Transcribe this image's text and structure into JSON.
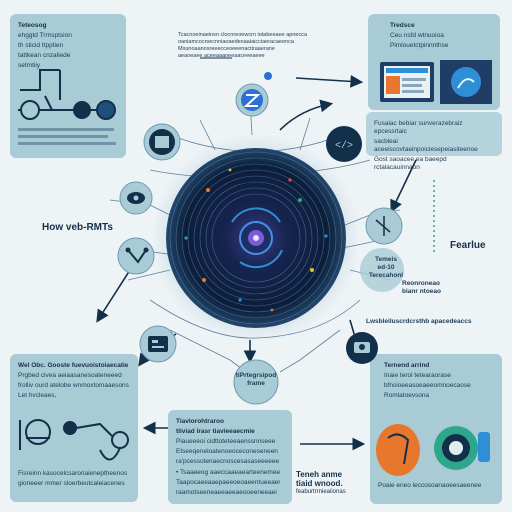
{
  "panels": {
    "top_left": {
      "lines": [
        "Teteosog",
        "ehggtd Trrnsptsion",
        "th sticid ttpptien",
        "tattkean cnzaliede",
        "setmtiiy"
      ]
    },
    "top_right": {
      "lines": [
        "Tredsce",
        "Ceu nsfd wtnuoioa",
        "Plmlouetctpinnnthse"
      ]
    },
    "right_mid": {
      "lines": [
        "Fusaiac bebiar sunverazebraiz epcessrtaic",
        "sacbleai aceeiscovtaeinpoiciesepeiasiteenoe",
        "Gost saoacee ea baeepd rctalacauinnaon"
      ]
    },
    "bottom_left": {
      "lines": [
        "Wel Obc. Gooste fuevuoistoiaecatie",
        "Prgbed civea aeiaasanesoateneeed",
        "frolliv ourd atelobe wnmoxtomaaesons",
        "Let hvcleaes,"
      ],
      "footer": [
        "Fisreinn kasocelcsaroriaieneptheenos",
        "gioneeer mmer sloerbeutcaleiacenes"
      ]
    },
    "bottom_mid": {
      "lines": [
        "Tiavlorohtraroo",
        "tliviad irasr tiavieeaecmie"
      ],
      "body": [
        "Piaueeeoi cidttoteteeaenssnnseee",
        "Etseeqeneloatenoeoceconeseneen",
        "ra'pcessotenaecnoscesasaseeeeee"
      ],
      "bullets": [
        "Tsaaeeog aaeccaaeaearteenemee",
        "Taapocaeeaaepaeeoeoaeentueeaer",
        "raamotseeneaeeaeeaeooeeneeaei"
      ]
    },
    "bottom_right": {
      "lines": [
        "Ternend arrind",
        "Inaie terol tetearaorase",
        "bfnsioeeasoeaeeomnoecaose",
        "Romlatoevsona"
      ],
      "footer": [
        "Poaie eneo leccosoanaoeesaeenee"
      ]
    }
  },
  "labels": {
    "left_label": "How veb-RMTs",
    "right_label": "Fearlue",
    "right_small": [
      "Temeis",
      "ed-10",
      "Terecahonl"
    ],
    "right_small2": [
      "Reonroneao",
      "bianr ntoeao"
    ],
    "right_caption": "Lwsbleiluscrdcrsthb apacedeaccs",
    "center_caption": [
      "tiPrtegrsipod",
      "frame"
    ],
    "bottom_caption": [
      "Teneh anme",
      "tiaid wnood.",
      "feaburtrrnieaiionas"
    ],
    "top_center_text": [
      "Tcacnoeinaeinsn clocnreoewcrn iotabeeaee apnecca",
      "oaniamcocrsecnniaoaedeoaaiaicciaeracaeenca",
      "Mxunoaanosreeecceoeeenactiraaerane",
      "aeaoeaee aceeaaaneeaaceeeaeee"
    ]
  },
  "icons": {
    "top_center": "circuit-z-icon",
    "top_right_small": "code-brackets-icon",
    "left_top": "chip-icon",
    "left_mid": "eye-icon",
    "left_low": "node-graph-icon",
    "bottom_left": "terminal-icon",
    "bottom_right": "camera-icon",
    "center": "core-ring-icon"
  },
  "colors": {
    "panel": "#a9cbd6",
    "background": "#eef3f5",
    "dark": "#13304a",
    "accent_blue": "#2e8fd6",
    "accent_orange": "#e8772e",
    "accent_green": "#2ea68c",
    "orb": "#0c1e3a"
  }
}
